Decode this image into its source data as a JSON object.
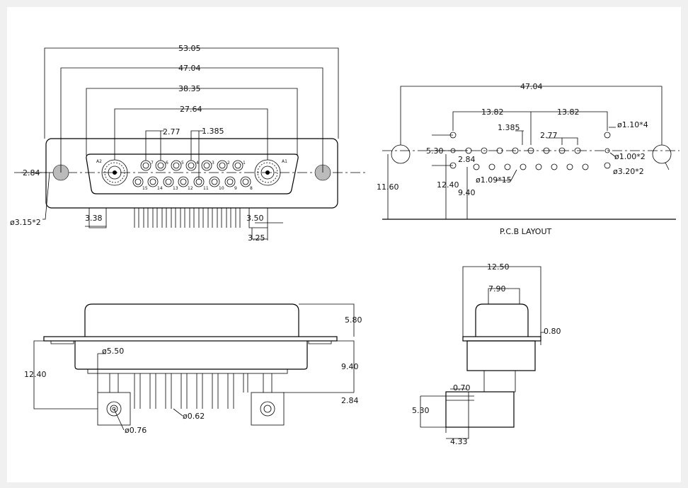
{
  "front_view": {
    "dims": {
      "d1": "53.05",
      "d2": "47.04",
      "d3": "38.35",
      "d4": "27.64",
      "d5": "2.77",
      "d6": "1.385",
      "d7": "2.84",
      "d8": "3.38",
      "d9": "3.50",
      "d10": "3.25",
      "d11": "ø3.15*2"
    },
    "labels": {
      "a2": "A2",
      "a1": "A1"
    },
    "pins_top": [
      "7",
      "6",
      "5",
      "4",
      "3",
      "2",
      "1"
    ],
    "pins_bottom": [
      "15",
      "14",
      "13",
      "12",
      "11",
      "10",
      "9",
      "8"
    ]
  },
  "pcb_layout": {
    "title": "P.C.B  LAYOUT",
    "dims": {
      "d1": "47.04",
      "d2": "13.82",
      "d3": "13.82",
      "d4": "1.385",
      "d5": "2.77",
      "d6": "5.30",
      "d7": "2.84",
      "d8": "11.60",
      "d9": "12.40",
      "d10": "9.40"
    },
    "holes": {
      "h1": "ø1.10*4",
      "h2": "ø1.00*2",
      "h3": "ø3.20*2",
      "h4": "ø1.09*15"
    }
  },
  "side_view": {
    "dims": {
      "d1": "5.80",
      "d2": "9.40",
      "d3": "2.84",
      "d4": "12.40",
      "d5": "ø5.50",
      "d6": "ø0.76",
      "d7": "ø0.62"
    }
  },
  "end_view": {
    "dims": {
      "d1": "12.50",
      "d2": "7.90",
      "d3": "0.80",
      "d4": "0.70",
      "d5": "5.30",
      "d6": "4.33"
    }
  }
}
